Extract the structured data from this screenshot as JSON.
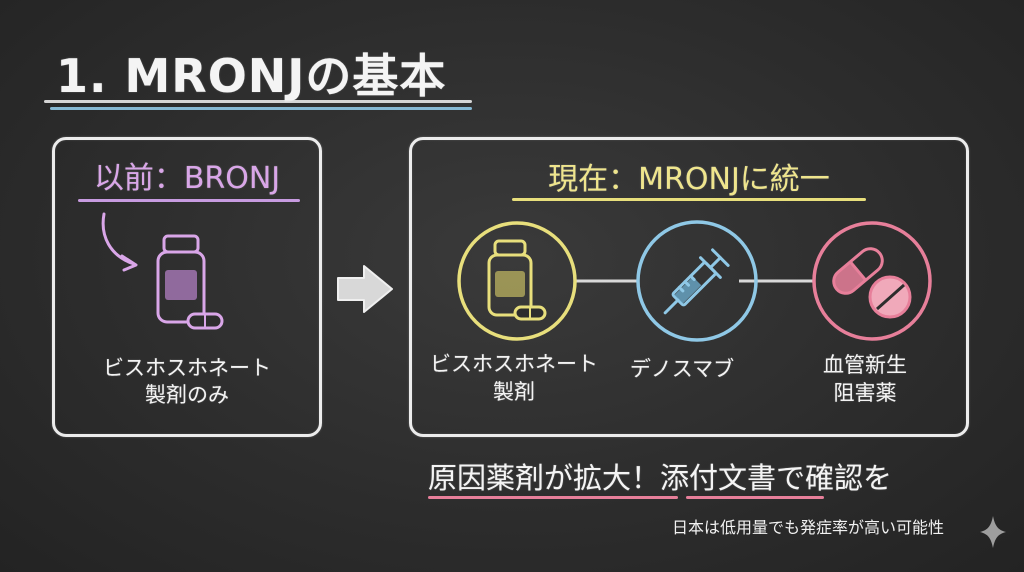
{
  "title": "1. MRONJの基本",
  "before": {
    "heading": "以前：BRONJ",
    "label_line1": "ビスホスホネート",
    "label_line2": "製剤のみ"
  },
  "now": {
    "heading": "現在：MRONJに統一",
    "items": [
      {
        "icon": "medicine-bottle-icon",
        "line1": "ビスホスホネート",
        "line2": "製剤",
        "color": "#e8df7c"
      },
      {
        "icon": "syringe-icon",
        "line1": "デノスマブ",
        "line2": "",
        "color": "#8fc8e6"
      },
      {
        "icon": "pills-icon",
        "line1": "血管新生",
        "line2": "阻害薬",
        "color": "#e77f9a"
      }
    ]
  },
  "bottom_message": "原因薬剤が拡大！添付文書で確認を",
  "footnote": "日本は低用量でも発症率が高い可能性",
  "colors": {
    "background": "#2d2d2d",
    "purple": "#d9a6e8",
    "yellow": "#e8df7c",
    "blue": "#8fc8e6",
    "pink": "#e77f9a"
  }
}
